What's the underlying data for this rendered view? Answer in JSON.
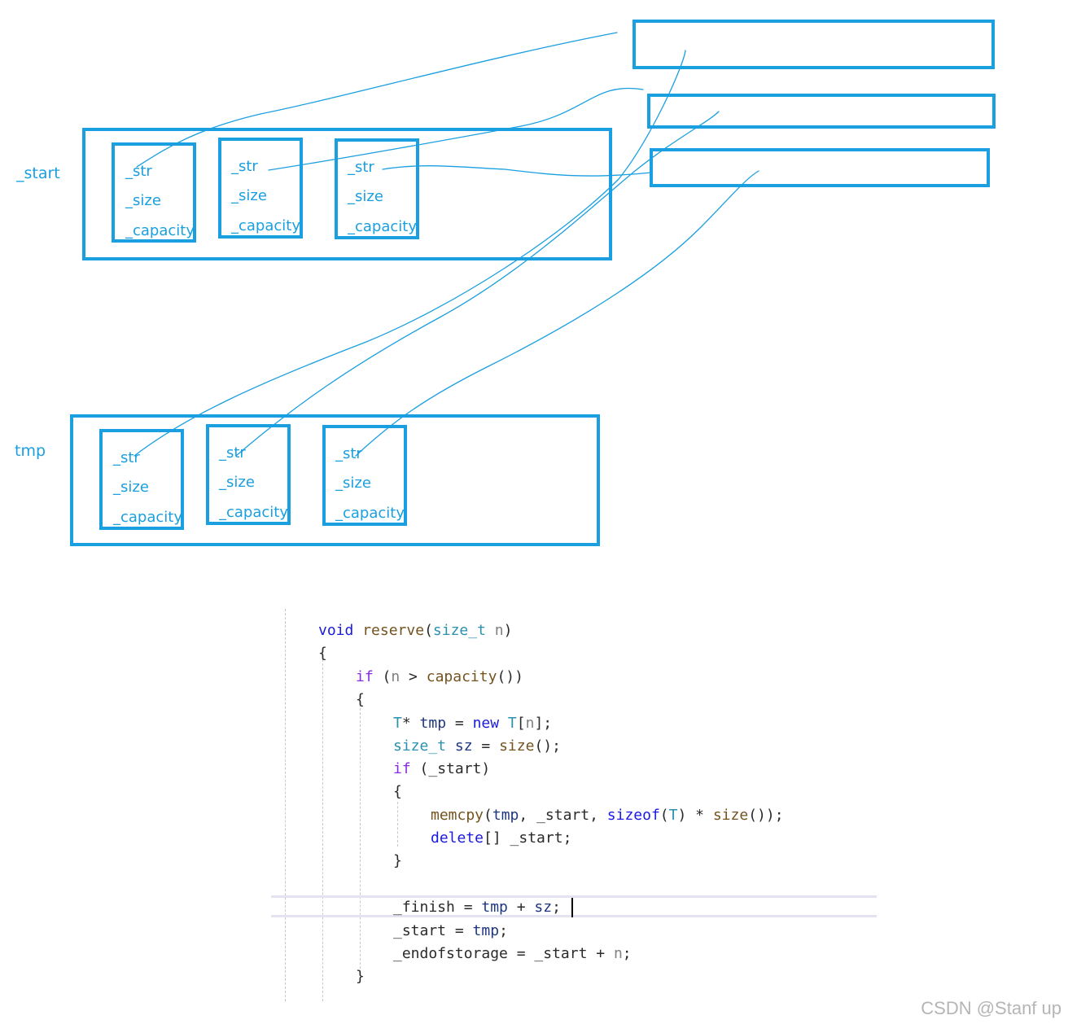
{
  "labels": {
    "start": "_start",
    "tmp": "tmp"
  },
  "fields": {
    "str": "_str",
    "size": "_size",
    "capacity": "_capacity"
  },
  "code": {
    "lines": [
      [
        "void reserve(size_t n)"
      ],
      [
        "{"
      ],
      [
        "if (n > capacity())"
      ],
      [
        "{"
      ],
      [
        "T* tmp = new T[n];"
      ],
      [
        "size_t sz = size();"
      ],
      [
        "if (_start)"
      ],
      [
        "{"
      ],
      [
        "memcpy(tmp, _start, sizeof(T) * size());"
      ],
      [
        "delete[] _start;"
      ],
      [
        "}"
      ],
      [
        "_finish = tmp + sz;"
      ],
      [
        "_start = tmp;"
      ],
      [
        "_endofstorage = _start + n;"
      ],
      [
        "}"
      ]
    ]
  },
  "watermark": "CSDN @Stanf up",
  "colors": {
    "accent": "#1a9fe0",
    "keyword": "#1a1ae0",
    "control": "#8a2be2",
    "type": "#2b91af"
  }
}
